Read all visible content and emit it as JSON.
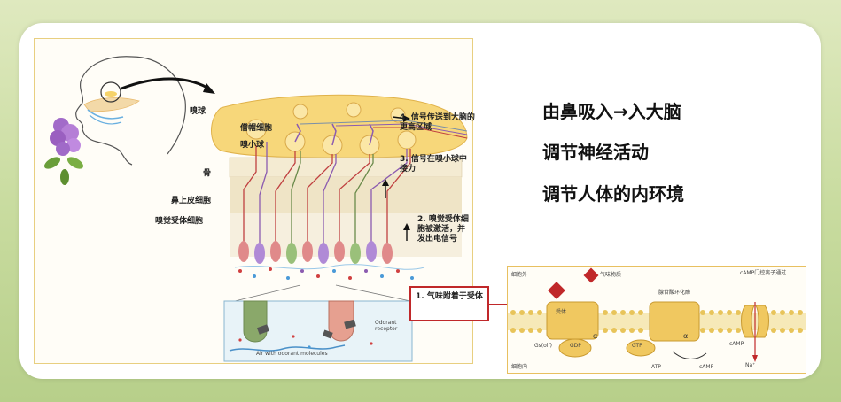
{
  "right_text": {
    "line1": "由鼻吸入→入大脑",
    "line2": "调节神经活动",
    "line3": "调节人体的内环境"
  },
  "diagram": {
    "labels": {
      "bulb": "嗅球",
      "mitral": "僧帽细胞",
      "glomerulus": "嗅小球",
      "bone": "骨",
      "epithelium": "鼻上皮细胞",
      "receptor_cell": "嗅觉受体细胞",
      "step4": "4. 信号传送到大脑的更高区域",
      "step3": "3. 信号在嗅小球中接力",
      "step2": "2. 嗅觉受体细胞被激活，并发出电信号",
      "step1": "1. 气味附着于受体"
    },
    "inset": {
      "odorant_receptor": "Odorant receptor",
      "air": "Air with odorant molecules"
    },
    "membrane": {
      "outside": "细胞外",
      "odorant": "气味物质",
      "receptor": "受体",
      "cyclase": "腺苷酸环化酶",
      "camp_channel": "cAMP门控离子通过",
      "alpha1": "α",
      "alpha2": "α",
      "golf": "Gs(olf)",
      "gdp": "GDP",
      "gtp": "GTP",
      "camp": "cAMP",
      "na": "Na⁺",
      "atp": "ATP",
      "camp2": "cAMP",
      "inside": "细胞内"
    }
  }
}
